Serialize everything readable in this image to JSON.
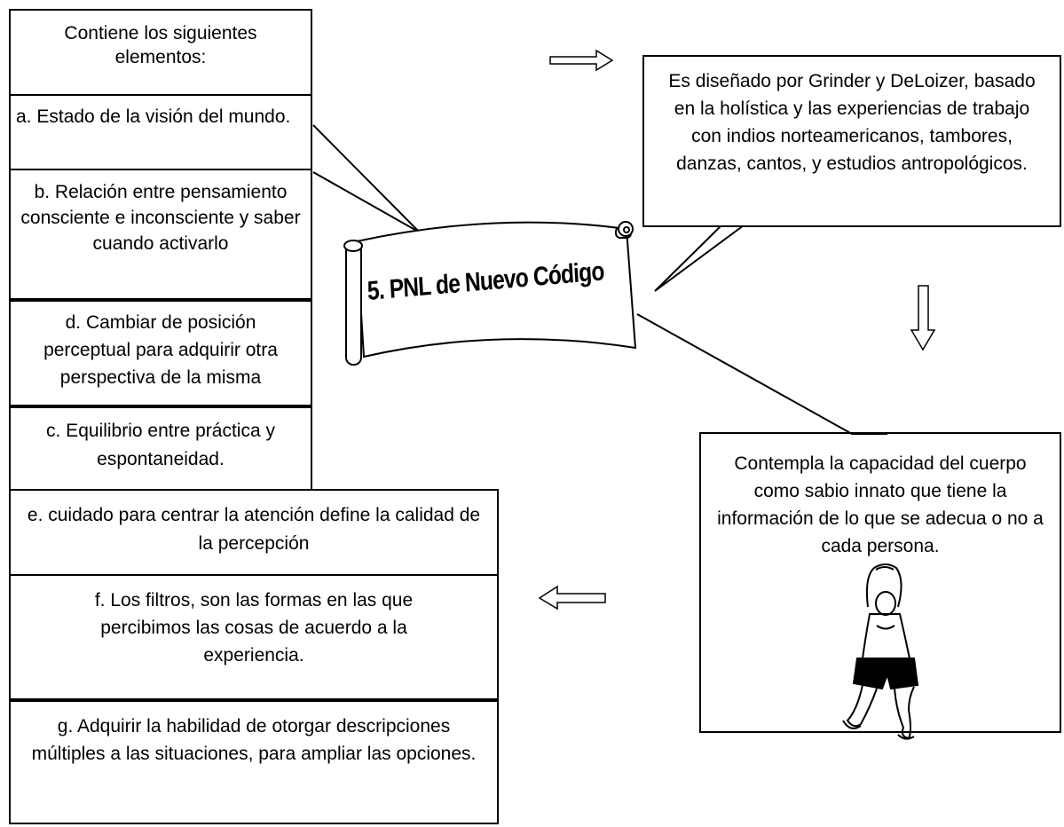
{
  "title": "5. PNL de Nuevo Código",
  "left_boxes": {
    "intro": "Contiene los siguientes elementos:",
    "a": "a. Estado de la visión del mundo.",
    "b": "b. Relación entre pensamiento consciente e inconsciente y saber cuando activarlo",
    "d": "d. Cambiar de posición perceptual para adquirir otra perspectiva de la misma",
    "c": "c. Equilibrio entre práctica y espontaneidad.",
    "e": "e. cuidado para centrar la atención define la calidad de la percepción",
    "f": "f. Los filtros, son las formas en las que percibimos las cosas de acuerdo a la experiencia.",
    "g": "g. Adquirir  la habilidad de  otorgar descripciones múltiples a las situaciones, para ampliar las opciones."
  },
  "right_boxes": {
    "origin": "Es diseñado por Grinder y DeLoizer, basado en la holística y las experiencias de trabajo con indios norteamericanos, tambores, danzas, cantos, y estudios antropológicos.",
    "body": "Contempla la capacidad del cuerpo  como sabio innato que tiene la información de lo que se adecua o no a cada persona."
  },
  "icons": [
    "arrow-right-icon",
    "arrow-down-icon",
    "arrow-left-icon",
    "scroll-banner",
    "dancer-figure"
  ]
}
